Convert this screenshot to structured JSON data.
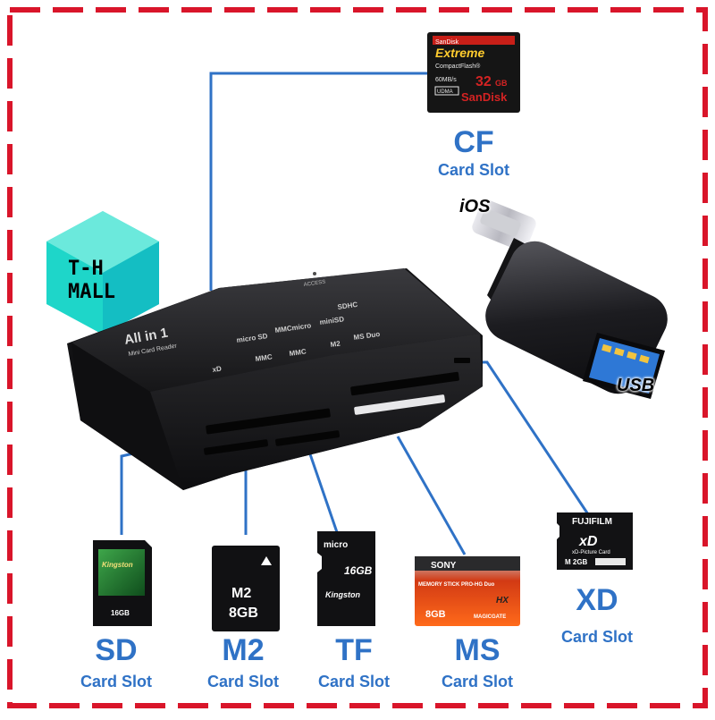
{
  "brand": {
    "line1": "T-H",
    "line2": "MALL"
  },
  "colors": {
    "frame": "#d9152a",
    "accent": "#2f72c6",
    "device": "#1b1b1d",
    "hexagon": "#1ed6c9"
  },
  "cf": {
    "name": "CF",
    "caption": "Card Slot",
    "card_brand": "SanDisk",
    "card_line": "Extreme",
    "card_type": "CompactFlash®",
    "card_speed": "60MB/s",
    "card_capacity": "32",
    "card_unit": "GB",
    "card_udma": "UDMA"
  },
  "xd": {
    "name": "XD",
    "caption": "Card Slot",
    "card_brand": "FUJIFILM",
    "card_logo": "xD",
    "card_sub": "xD-Picture Card",
    "card_capacity": "M 2GB"
  },
  "sd": {
    "name": "SD",
    "caption": "Card Slot",
    "card_brand": "Kingston",
    "card_capacity": "16GB"
  },
  "m2": {
    "name": "M2",
    "caption": "Card Slot",
    "card_line1": "M2",
    "card_line2": "8GB"
  },
  "tf": {
    "name": "TF",
    "caption": "Card Slot",
    "card_top": "micro",
    "card_capacity": "16GB",
    "card_brand": "Kingston"
  },
  "ms": {
    "name": "MS",
    "caption": "Card Slot",
    "card_brand": "SONY",
    "card_line": "MEMORY STICK PRO-HG Duo",
    "card_hx": "HX",
    "card_capacity": "8GB",
    "card_gate": "MAGICGATE"
  },
  "adapter": {
    "ios_label": "iOS",
    "usb_label": "USB"
  },
  "device": {
    "title": "All in 1",
    "subtitle": "Mini Card Reader",
    "access": "ACCESS"
  }
}
